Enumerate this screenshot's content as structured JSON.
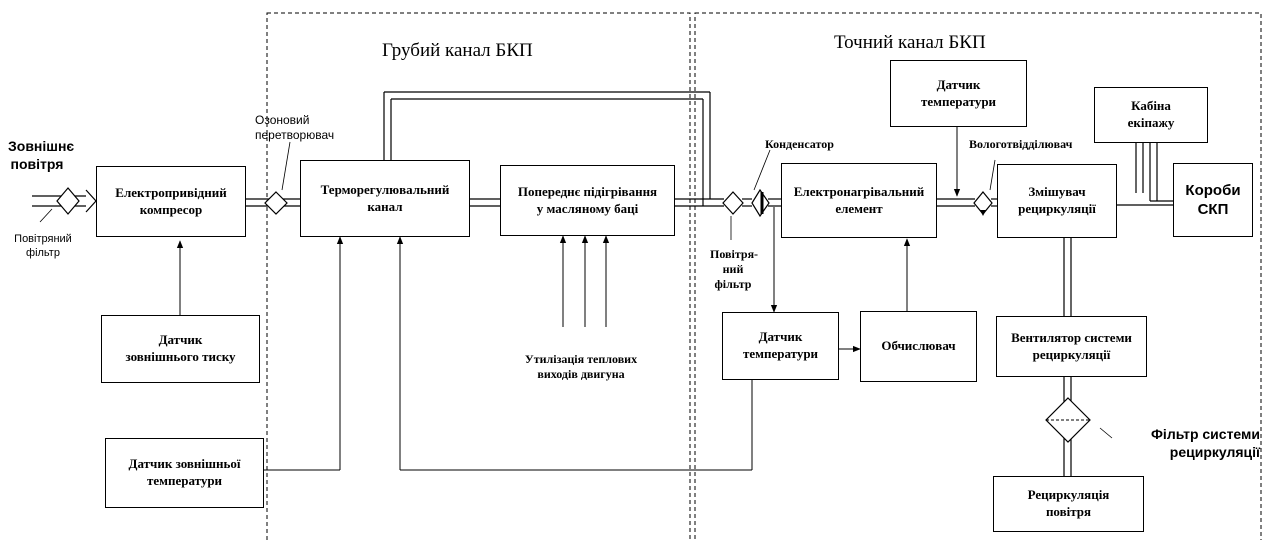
{
  "regions": {
    "coarse": "Грубий канал БКП",
    "fine": "Точний канал БКП"
  },
  "boxes": {
    "compressor": "Електропривідний\nкомпресор",
    "ext_pressure_sensor": "Датчик\nзовнішнього тиску",
    "ext_temp_sensor": "Датчик зовнішньої\nтемператури",
    "thermo_channel": "Терморегулювальний\nканал",
    "preheat": "Попереднє підігрівання\nу масляному баці",
    "heater": "Електронагрівальний\nелемент",
    "temp_sensor_top": "Датчик\nтемператури",
    "mixer": "Змішувач\nрециркуляції",
    "cabin": "Кабіна\nекіпажу",
    "skp_boxes": "Короби\nСКП",
    "temp_sensor_mid": "Датчик\nтемператури",
    "calculator": "Обчислювач",
    "recirc_fan": "Вентилятор системи\nрециркуляції",
    "recirc_air": "Рециркуляція\nповітря"
  },
  "labels": {
    "outside_air": "Зовнішнє\nповітря",
    "air_filter_left": "Повітряний\nфільтр",
    "ozone_converter": "Озоновий\nперетворювач",
    "condenser": "Конденсатор",
    "air_filter_mid": "Повітря-\nний\nфільтр",
    "moisture_separator": "Вологотвідділювач",
    "engine_heat": "Утилізація теплових\nвиходів двигуна",
    "recirc_filter": "Фільтр системи\nрециркуляції"
  }
}
